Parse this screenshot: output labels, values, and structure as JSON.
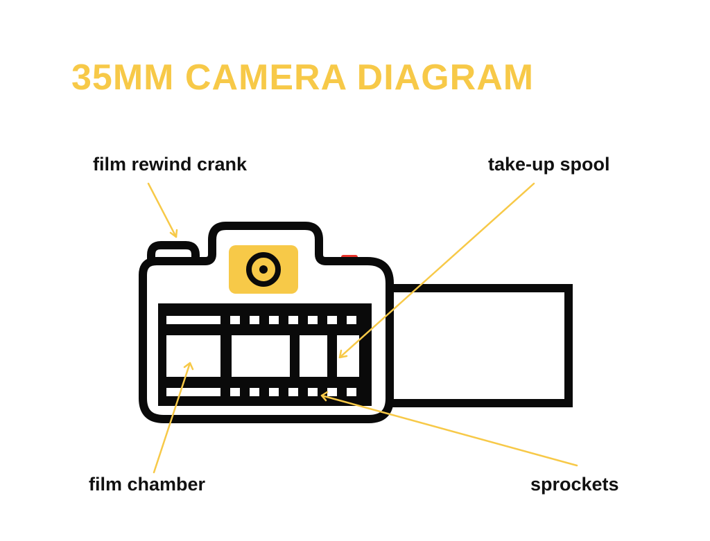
{
  "title": "35MM CAMERA DIAGRAM",
  "colors": {
    "accent": "#f7c948",
    "outline": "#0a0a0a",
    "shutter_button": "#e8342c",
    "background": "#ffffff"
  },
  "labels": {
    "film_rewind_crank": "film rewind crank",
    "take_up_spool": "take-up spool",
    "film_chamber": "film chamber",
    "sprockets": "sprockets"
  }
}
